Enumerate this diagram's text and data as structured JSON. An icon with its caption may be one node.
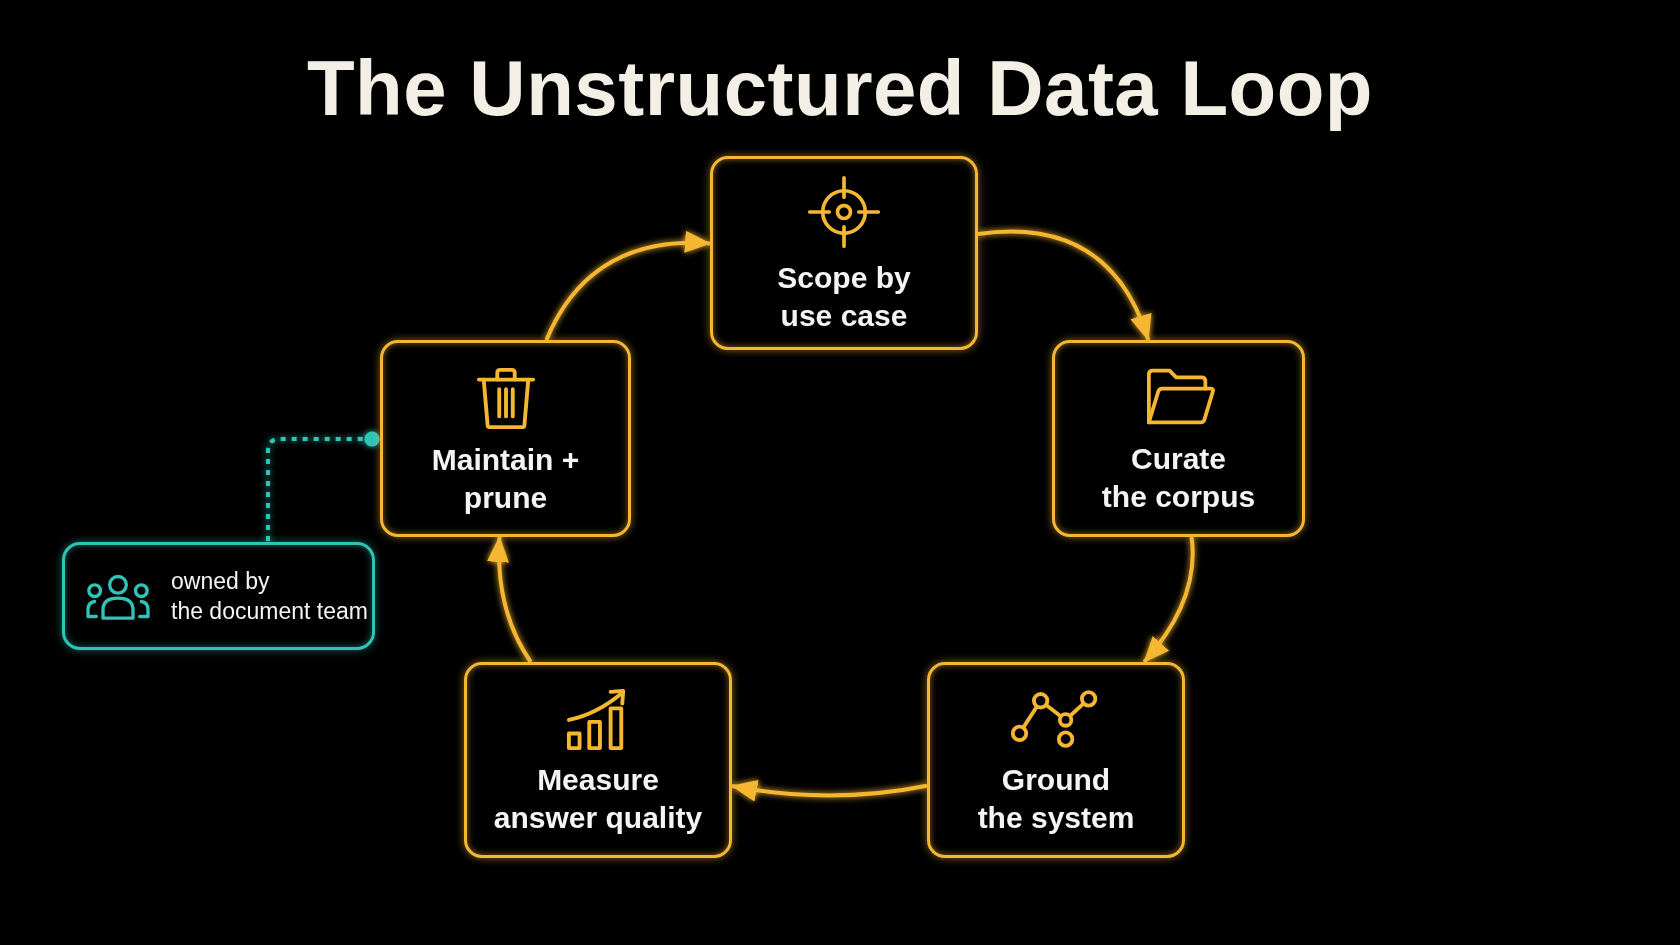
{
  "diagram": {
    "title": "The Unstructured Data Loop",
    "nodes": [
      {
        "text": [
          "Scope by use case"
        ]
      },
      {
        "text": [
          "Curate the corpus"
        ]
      },
      {
        "text": [
          "Ground the system"
        ]
      },
      {
        "text": [
          "Measure answer quality"
        ]
      },
      {
        "text": [
          "Maintain + prune"
        ]
      },
      {
        "text": [
          "owned by the document team"
        ]
      }
    ],
    "edges": [
      {
        "from": 0,
        "to": 1,
        "arrow": "to"
      },
      {
        "from": 1,
        "to": 2,
        "arrow": "to"
      },
      {
        "from": 2,
        "to": 3,
        "arrow": "to"
      },
      {
        "from": 3,
        "to": 4,
        "arrow": "to"
      },
      {
        "from": 4,
        "to": 0,
        "arrow": "to"
      },
      {
        "from": 5,
        "to": 4,
        "arrow": "other",
        "style": "dashed",
        "color": "#2ec4b6"
      }
    ]
  }
}
